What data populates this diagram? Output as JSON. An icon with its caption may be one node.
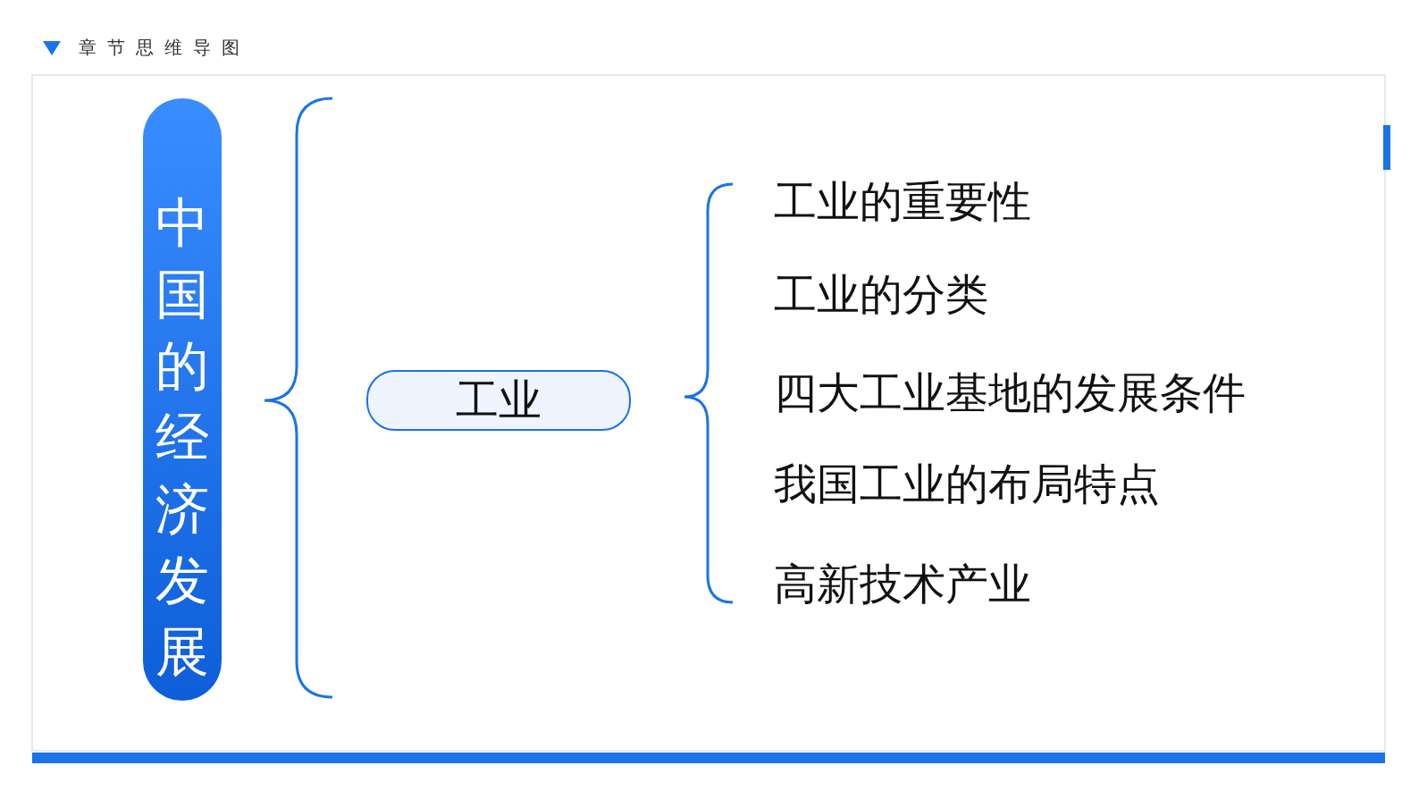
{
  "diagram": {
    "title": "章节思维导图",
    "nodes": [
      {
        "text": [
          "中国的经济发展"
        ]
      },
      {
        "text": [
          "工业"
        ]
      }
    ],
    "labels": [
      "工业的重要性",
      "工业的分类",
      "四大工业基地的发展条件",
      "我国工业的布局特点",
      "高新技术产业"
    ]
  }
}
